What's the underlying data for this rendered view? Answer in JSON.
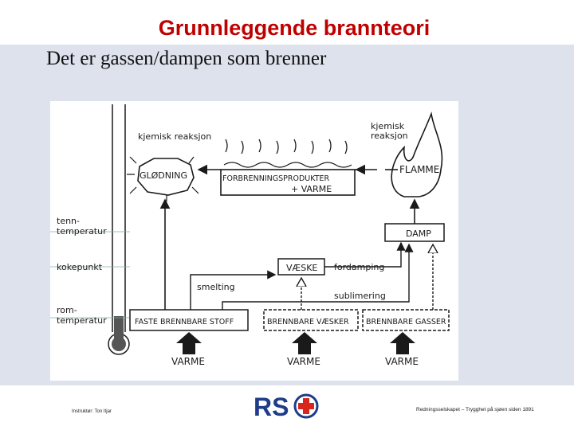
{
  "title": "Grunnleggende brannteori",
  "subtitle": "Det er gassen/dampen som brenner",
  "diagram": {
    "kjemisk_left": "kjemisk reaksjon",
    "kjemisk_right_1": "kjemisk",
    "kjemisk_right_2": "reaksjon",
    "glodning": "GLØDNING",
    "produkter": "FORBRENNINGSPRODUKTER",
    "varme_plus": "+ VARME",
    "flamme": "FLAMME",
    "damp": "DAMP",
    "veske": "VÆSKE",
    "fordamping": "fordamping",
    "smelting": "smelting",
    "sublimering": "sublimering",
    "faste": "FASTE BRENNBARE STOFF",
    "brennbare_vesker": "BRENNBARE VÆSKER",
    "brennbare_gasser": "BRENNBARE GASSER",
    "varme": "VARME",
    "tenn_1": "tenn-",
    "tenn_2": "temperatur",
    "kokepunkt": "kokepunkt",
    "rom_1": "rom-",
    "rom_2": "temperatur"
  },
  "footer": {
    "instructor": "Instruktør: Ton Itjar",
    "org": "Redningsselskapet – Trygghet på sjøen siden 1891",
    "logo_text": "RS"
  },
  "colors": {
    "title": "#c00000",
    "logo_blue": "#1f3c88",
    "logo_red": "#d9261c",
    "band": "#dde2ec"
  }
}
